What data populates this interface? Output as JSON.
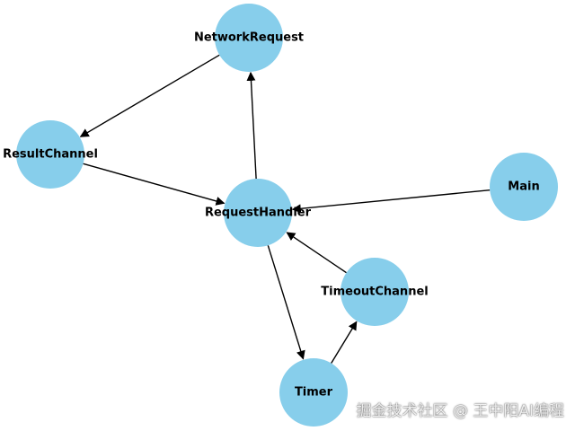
{
  "diagram": {
    "nodes": [
      {
        "id": "network-request",
        "label": "NetworkRequest"
      },
      {
        "id": "result-channel",
        "label": "ResultChannel"
      },
      {
        "id": "request-handler",
        "label": "RequestHandler"
      },
      {
        "id": "main",
        "label": "Main"
      },
      {
        "id": "timeout-channel",
        "label": "TimeoutChannel"
      },
      {
        "id": "timer",
        "label": "Timer"
      }
    ],
    "edges": [
      {
        "from": "network-request",
        "to": "result-channel"
      },
      {
        "from": "result-channel",
        "to": "request-handler"
      },
      {
        "from": "request-handler",
        "to": "network-request"
      },
      {
        "from": "main",
        "to": "request-handler"
      },
      {
        "from": "timeout-channel",
        "to": "request-handler"
      },
      {
        "from": "request-handler",
        "to": "timer"
      },
      {
        "from": "timer",
        "to": "timeout-channel"
      }
    ],
    "node_color": "#87ceeb",
    "edge_color": "#000000"
  },
  "watermark": {
    "text": "掘金技术社区 @ 王中阳AI编程"
  }
}
